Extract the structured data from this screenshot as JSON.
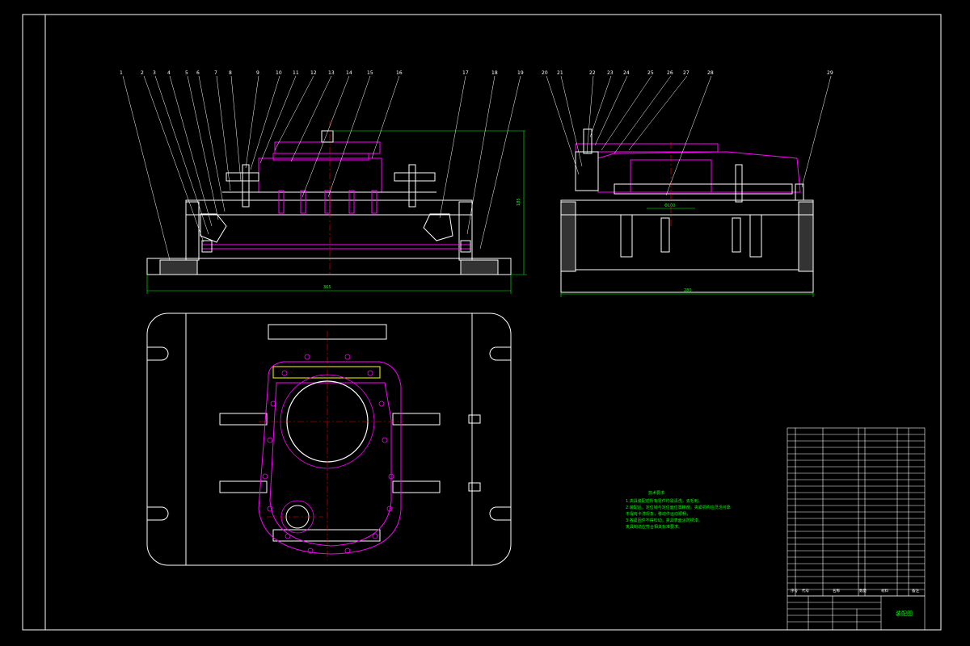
{
  "colors": {
    "background": "#000000",
    "outline": "#ffffff",
    "part": "#ff00ff",
    "center_line": "#ff0000",
    "dimension": "#00ff00",
    "highlight": "#ffff00",
    "hidden": "#00ffff"
  },
  "front_view": {
    "balloons": [
      "1",
      "2",
      "3",
      "4",
      "5",
      "6",
      "7",
      "8",
      "9",
      "10",
      "11",
      "12",
      "13",
      "14",
      "15",
      "16",
      "17",
      "18",
      "19"
    ]
  },
  "side_view": {
    "balloons": [
      "20",
      "21",
      "22",
      "23",
      "24",
      "25",
      "26",
      "27",
      "28",
      "29"
    ]
  },
  "dimensions": {
    "front_width": "365",
    "front_height": "185",
    "side_width": "280",
    "side_bore": "Φ100"
  },
  "technical_requirements": {
    "title": "技术要求",
    "lines": [
      "1.夹具装配前所有零件均需清洗，去毛刺。",
      "2.装配后，定位销与定位面位置精度，夹紧机构应灵活可靠",
      "不得有卡滞现象，移动件运动顺畅，",
      "3.各紧固件不得松动，夹具表面涂防锈漆，",
      "夹具制造应符合相关标准要求。"
    ]
  },
  "bom_footer": {
    "col_no": "序号",
    "col_code": "代号",
    "col_name": "名称",
    "col_qty": "数量",
    "col_material": "材料",
    "col_note": "备注"
  },
  "title_block": {
    "drawing_name": "装配图"
  }
}
